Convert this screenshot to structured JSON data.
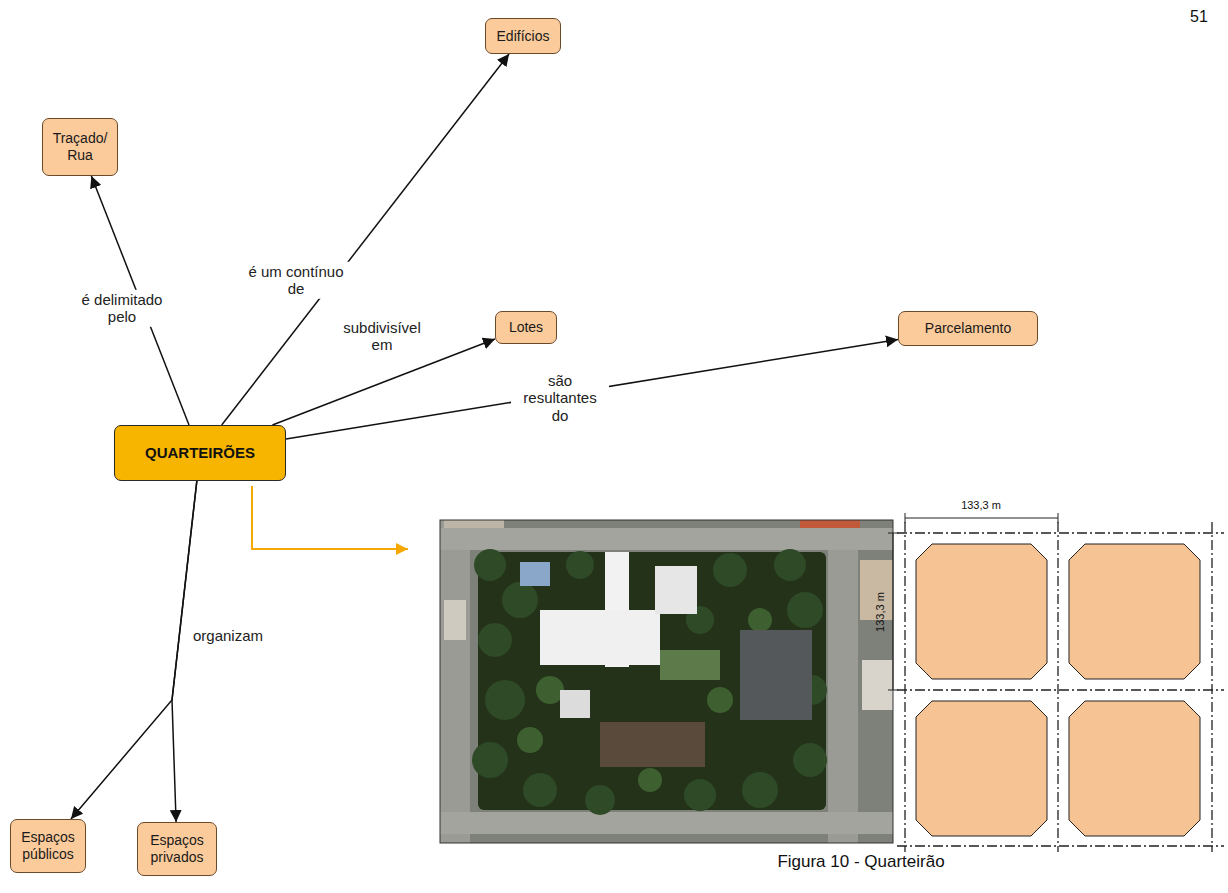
{
  "diagram": {
    "caption": "Figura 10 - Quarteirão",
    "nodes": [
      {
        "text": [
          "Edifícios"
        ]
      },
      {
        "text": [
          "Traçado/ Rua"
        ]
      },
      {
        "text": [
          "Lotes"
        ]
      },
      {
        "text": [
          "Parcelamento"
        ]
      },
      {
        "text": [
          "QUARTEIRÕES"
        ]
      },
      {
        "text": [
          "Espaços públicos"
        ]
      },
      {
        "text": [
          "Espaços privados"
        ]
      }
    ],
    "edges": [
      {
        "from": 4,
        "to": 1,
        "label": "é delimitado pelo",
        "arrow": "to"
      },
      {
        "from": 4,
        "to": 0,
        "label": "é um contínuo de",
        "arrow": "to"
      },
      {
        "from": 4,
        "to": 2,
        "label": "subdivisível em",
        "arrow": "to"
      },
      {
        "from": 4,
        "to": 3,
        "label": "são resultantes do",
        "arrow": "to"
      },
      {
        "from": 4,
        "to": 5,
        "label": "organizam",
        "arrow": "to"
      },
      {
        "from": 4,
        "to": 6,
        "arrow": "to"
      }
    ],
    "labels": [
      "51",
      "133,3 m",
      "133,3 m"
    ]
  }
}
